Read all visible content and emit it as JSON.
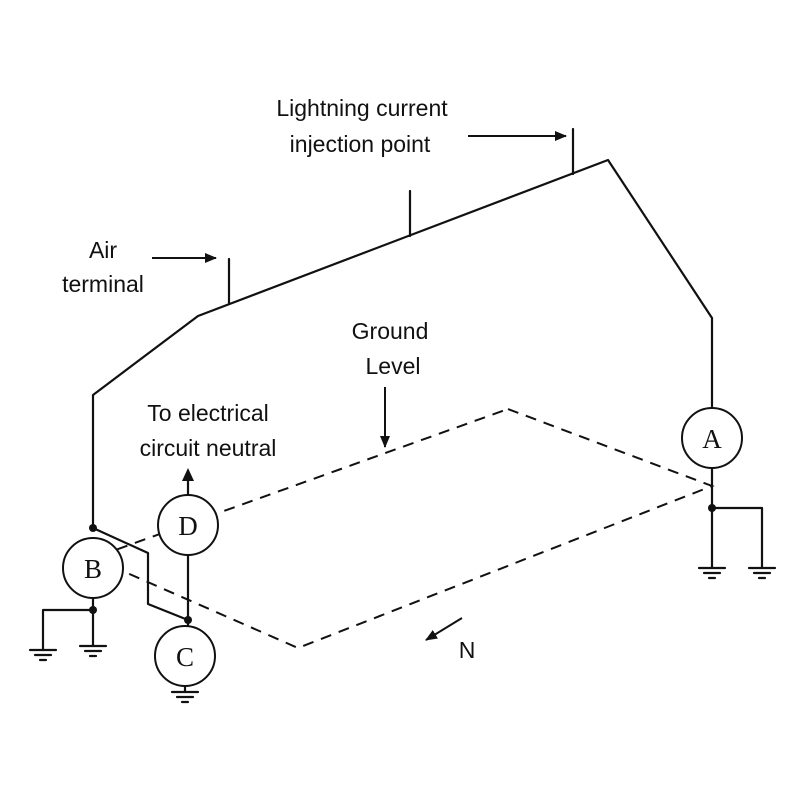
{
  "labels": {
    "lightning_line1": "Lightning current",
    "lightning_line2": "injection point",
    "air_line1": "Air",
    "air_line2": "terminal",
    "ground_line1": "Ground",
    "ground_line2": "Level",
    "neutral_line1": "To electrical",
    "neutral_line2": "circuit neutral",
    "north": "N"
  },
  "nodes": {
    "a": "A",
    "b": "B",
    "c": "C",
    "d": "D"
  }
}
